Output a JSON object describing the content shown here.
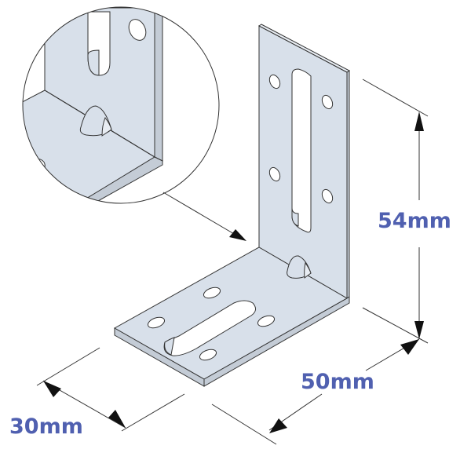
{
  "figure": {
    "subject": "angle-bracket",
    "colors": {
      "metal_fill": "#d8e0ea",
      "metal_edge": "#c4ccd6",
      "outline": "#333333",
      "dimension_line": "#333333",
      "label_color": "#5060b0",
      "background": "#ffffff"
    },
    "dimensions": {
      "height": "54mm",
      "length": "50mm",
      "width": "30mm"
    },
    "detail_view": {
      "shape": "circle",
      "shows": "corner-stiffener-rib"
    }
  }
}
